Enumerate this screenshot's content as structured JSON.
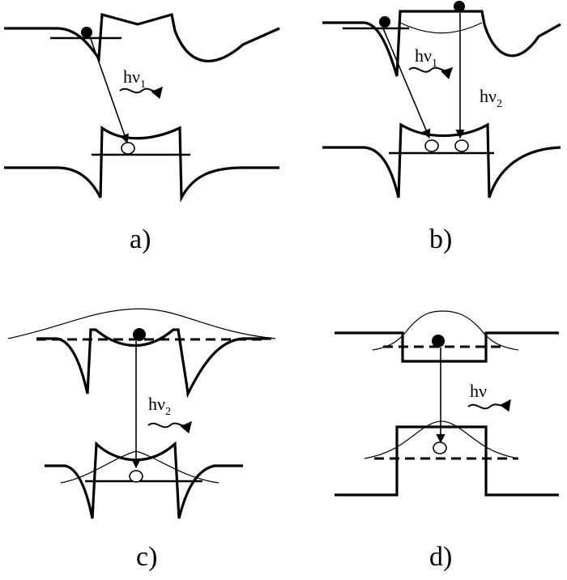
{
  "panels": [
    {
      "label": "a)",
      "photons": [
        {
          "text": "hν",
          "sub": "1"
        }
      ]
    },
    {
      "label": "b)",
      "photons": [
        {
          "text": "hν",
          "sub": "1"
        },
        {
          "text": "hν",
          "sub": "2"
        }
      ]
    },
    {
      "label": "c)",
      "photons": [
        {
          "text": "hν",
          "sub": "2"
        }
      ]
    },
    {
      "label": "d)",
      "photons": [
        {
          "text": "hν",
          "sub": ""
        }
      ]
    }
  ]
}
